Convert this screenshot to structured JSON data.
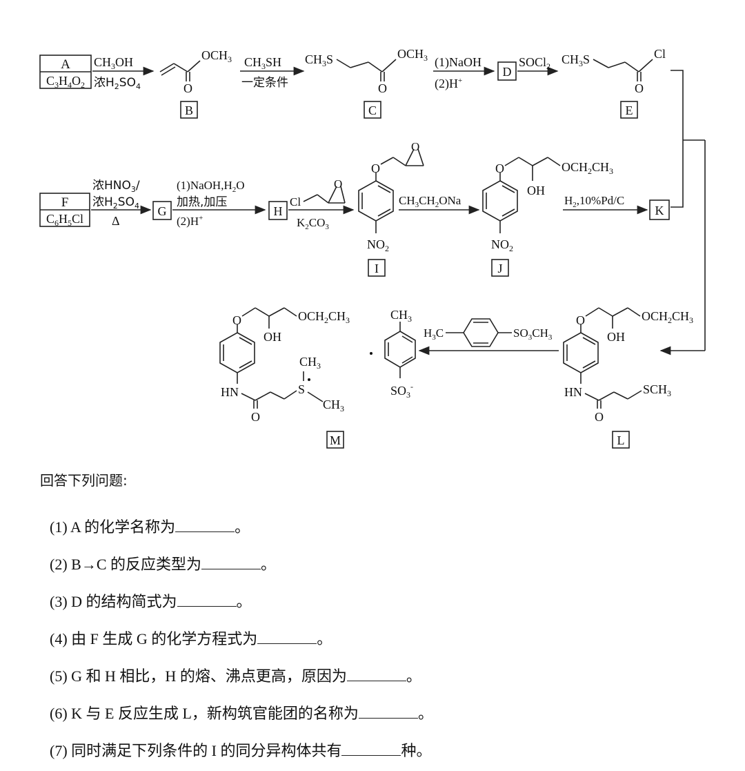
{
  "compounds": {
    "A": {
      "label": "A",
      "formula": "C3H4O2"
    },
    "B": {
      "label": "B"
    },
    "C": {
      "label": "C"
    },
    "D": {
      "label": "D"
    },
    "E": {
      "label": "E"
    },
    "F": {
      "label": "F",
      "formula": "C6H5Cl"
    },
    "G": {
      "label": "G"
    },
    "H": {
      "label": "H"
    },
    "I": {
      "label": "I"
    },
    "J": {
      "label": "J"
    },
    "K": {
      "label": "K"
    },
    "L": {
      "label": "L"
    },
    "M": {
      "label": "M"
    }
  },
  "reagents": {
    "ab_top": "CH3OH",
    "ab_bottom": "浓H2SO4",
    "bc_top": "CH3SH",
    "bc_bottom": "一定条件",
    "cd_1": "(1)NaOH",
    "cd_2": "(2)H+",
    "de_top": "SOCl2",
    "fg_1": "浓HNO3/",
    "fg_2": "浓H2SO4",
    "fg_3": "Δ",
    "gh_1": "(1)NaOH,H2O",
    "gh_2": "加热,加压",
    "gh_3": "(2)H+",
    "hi_bottom": "K2CO3",
    "ij_top": "CH3CH2ONa",
    "jk_top": "H2,10%Pd/C",
    "lm_top": "SO3CH3"
  },
  "questions": {
    "intro": "回答下列问题:",
    "items": [
      {
        "no": "(1)",
        "text": "A 的化学名称为"
      },
      {
        "no": "(2)",
        "text": "B→C 的反应类型为"
      },
      {
        "no": "(3)",
        "text": "D 的结构简式为"
      },
      {
        "no": "(4)",
        "text": "由 F 生成 G 的化学方程式为"
      },
      {
        "no": "(5)",
        "text": "G 和 H 相比，H 的熔、沸点更高，原因为"
      },
      {
        "no": "(6)",
        "text": "K 与 E 反应生成 L，新构筑官能团的名称为"
      },
      {
        "no": "(7)",
        "text": "同时满足下列条件的 I 的同分异构体共有"
      }
    ],
    "suffix_period": "。",
    "suffix_7": "种。"
  }
}
